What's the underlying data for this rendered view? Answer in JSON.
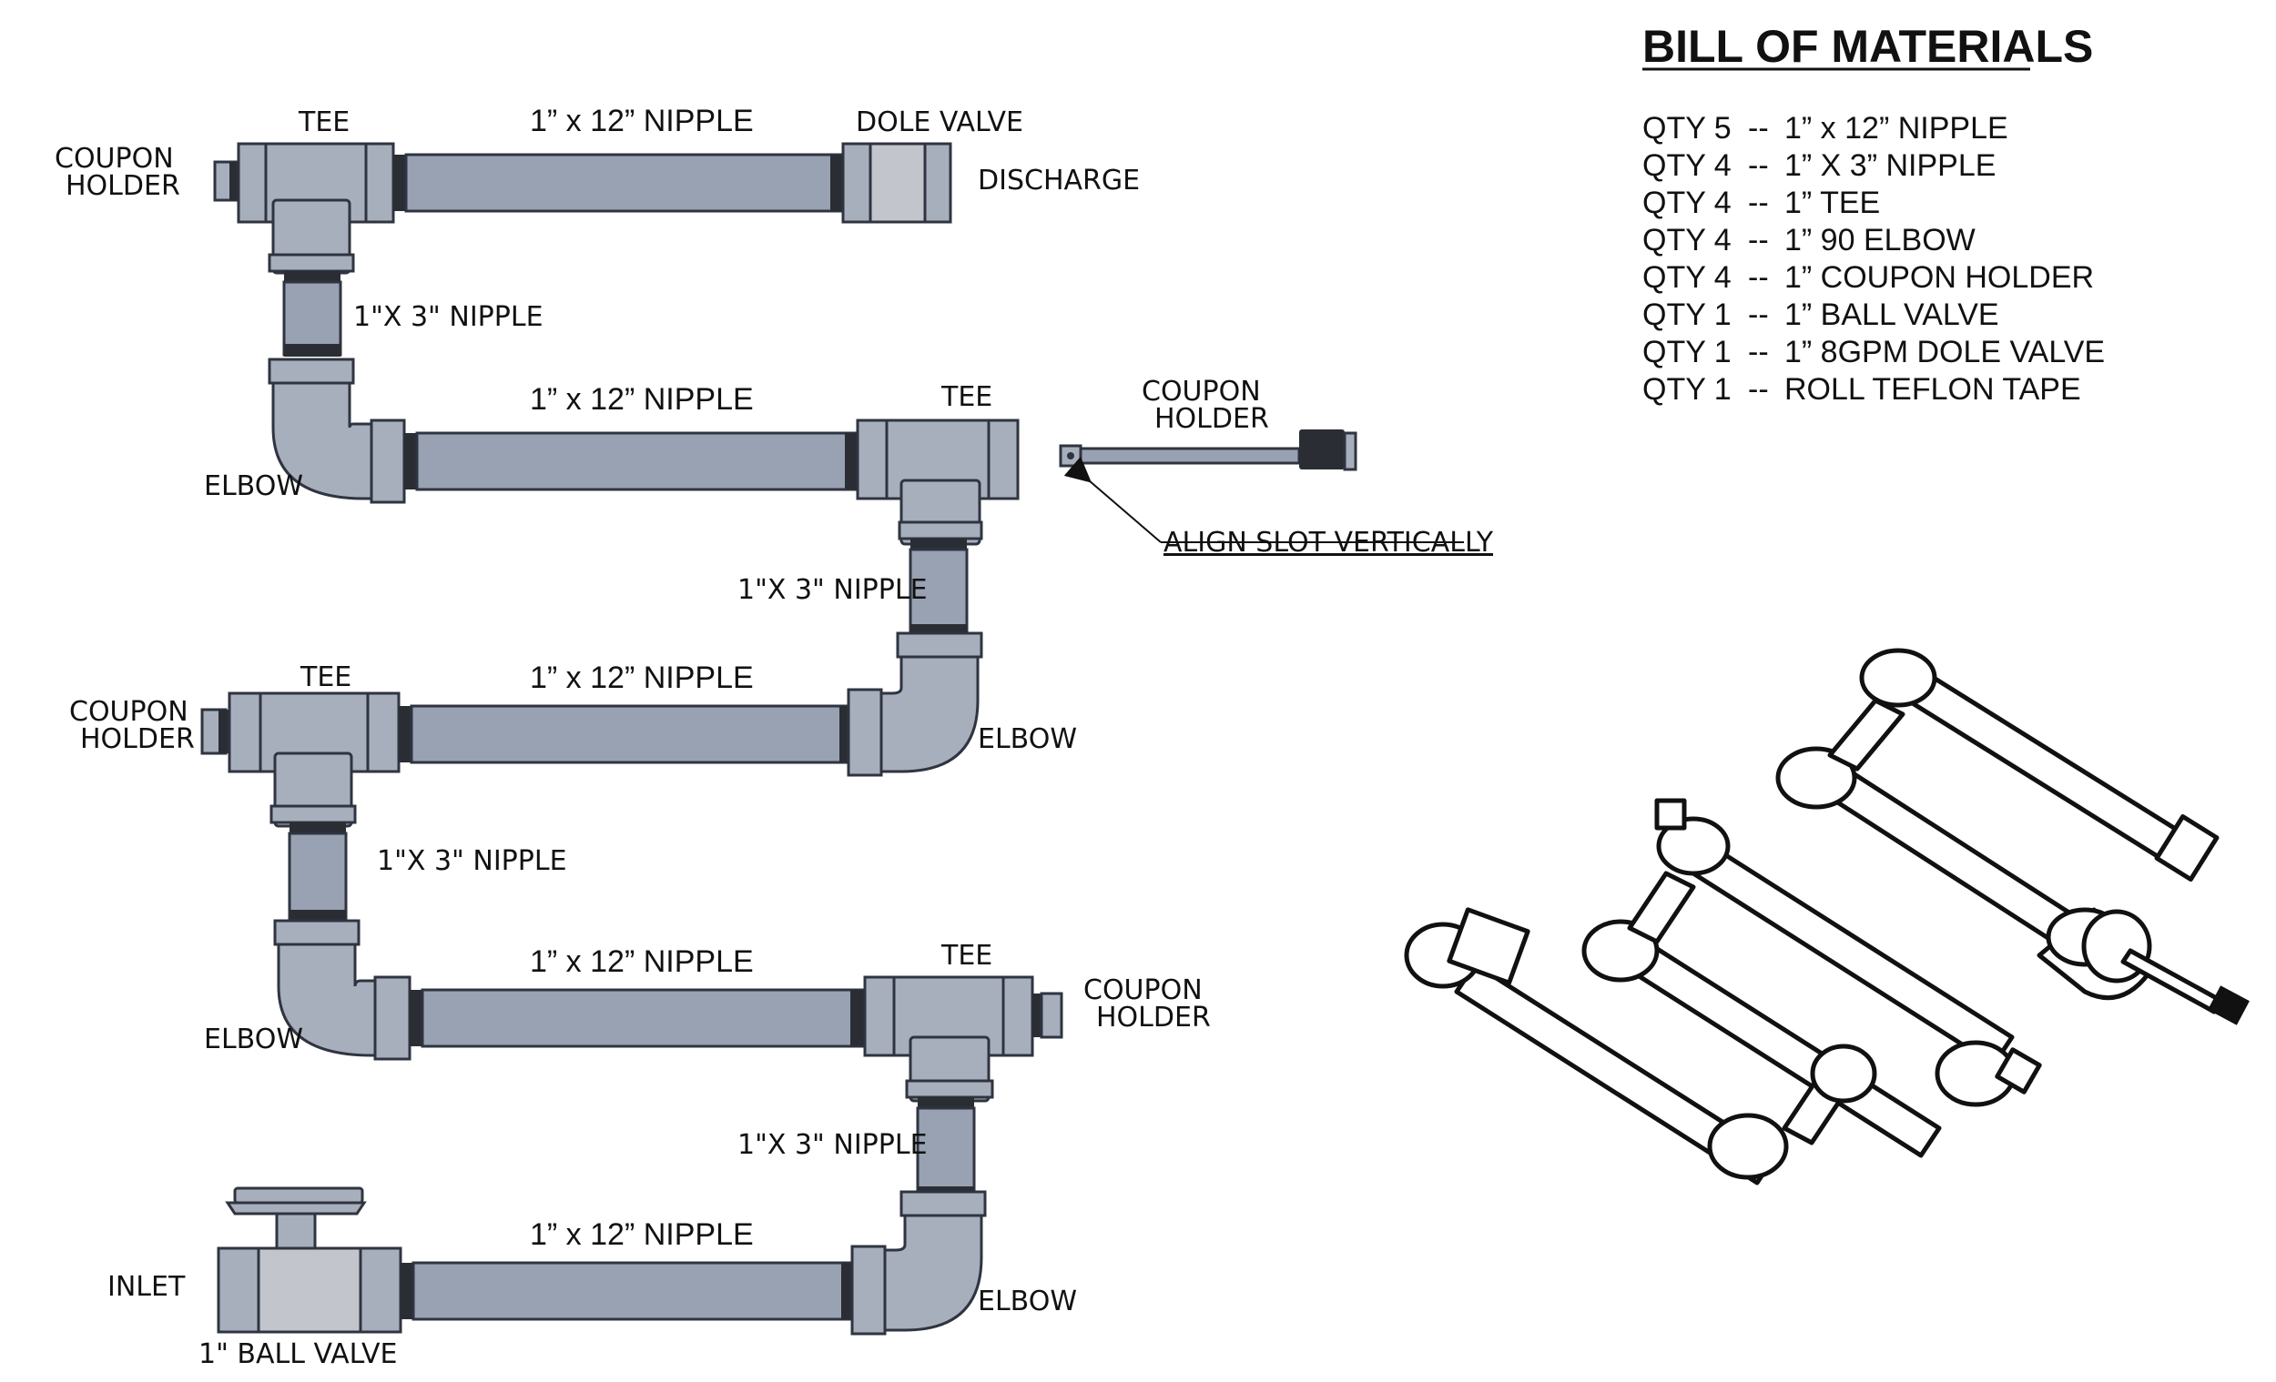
{
  "labels": {
    "coupon_holder_1a": "COUPON",
    "coupon_holder_1b": "HOLDER",
    "tee_1": "TEE",
    "nipple12_1": "1” x 12”  NIPPLE",
    "dole_valve": "DOLE VALVE",
    "discharge": "DISCHARGE",
    "nipple3_1": "1\"X 3\" NIPPLE",
    "nipple12_2": "1” x 12”  NIPPLE",
    "tee_2": "TEE",
    "coupon_holder_2a": "COUPON",
    "coupon_holder_2b": "HOLDER",
    "elbow_1": "ELBOW",
    "align_note": "ALIGN SLOT VERTICALLY",
    "nipple3_2": "1\"X 3\" NIPPLE",
    "tee_3": "TEE",
    "coupon_holder_3a": "COUPON",
    "coupon_holder_3b": "HOLDER",
    "nipple12_3": "1” x 12”  NIPPLE",
    "elbow_2": "ELBOW",
    "nipple3_3": "1\"X 3\" NIPPLE",
    "nipple12_4": "1” x 12”  NIPPLE",
    "tee_4": "TEE",
    "coupon_holder_4a": "COUPON",
    "coupon_holder_4b": "HOLDER",
    "elbow_3": "ELBOW",
    "nipple3_4": "1\"X 3\" NIPPLE",
    "nipple12_5": "1” x 12”  NIPPLE",
    "inlet": "INLET",
    "ball_valve": "1\" BALL VALVE",
    "elbow_4": "ELBOW"
  },
  "bom": {
    "title": "BILL OF MATERIALS",
    "items": [
      {
        "qty": "QTY 5",
        "sep": "--",
        "desc": "1” x 12” NIPPLE"
      },
      {
        "qty": "QTY 4",
        "sep": "--",
        "desc": "1” X 3” NIPPLE"
      },
      {
        "qty": "QTY 4",
        "sep": "--",
        "desc": "1” TEE"
      },
      {
        "qty": "QTY 4",
        "sep": "--",
        "desc": "1” 90 ELBOW"
      },
      {
        "qty": "QTY 4",
        "sep": "--",
        "desc": "1” COUPON HOLDER"
      },
      {
        "qty": "QTY 1",
        "sep": "--",
        "desc": "1” BALL VALVE"
      },
      {
        "qty": "QTY 1",
        "sep": "--",
        "desc": "1” 8GPM DOLE VALVE"
      },
      {
        "qty": "QTY 1",
        "sep": "--",
        "desc": "ROLL TEFLON TAPE"
      }
    ]
  },
  "colors": {
    "pipe": "#98a2b2",
    "fitting": "#a7afbd",
    "outline": "#2f3440",
    "thread": "#2a2d33"
  }
}
